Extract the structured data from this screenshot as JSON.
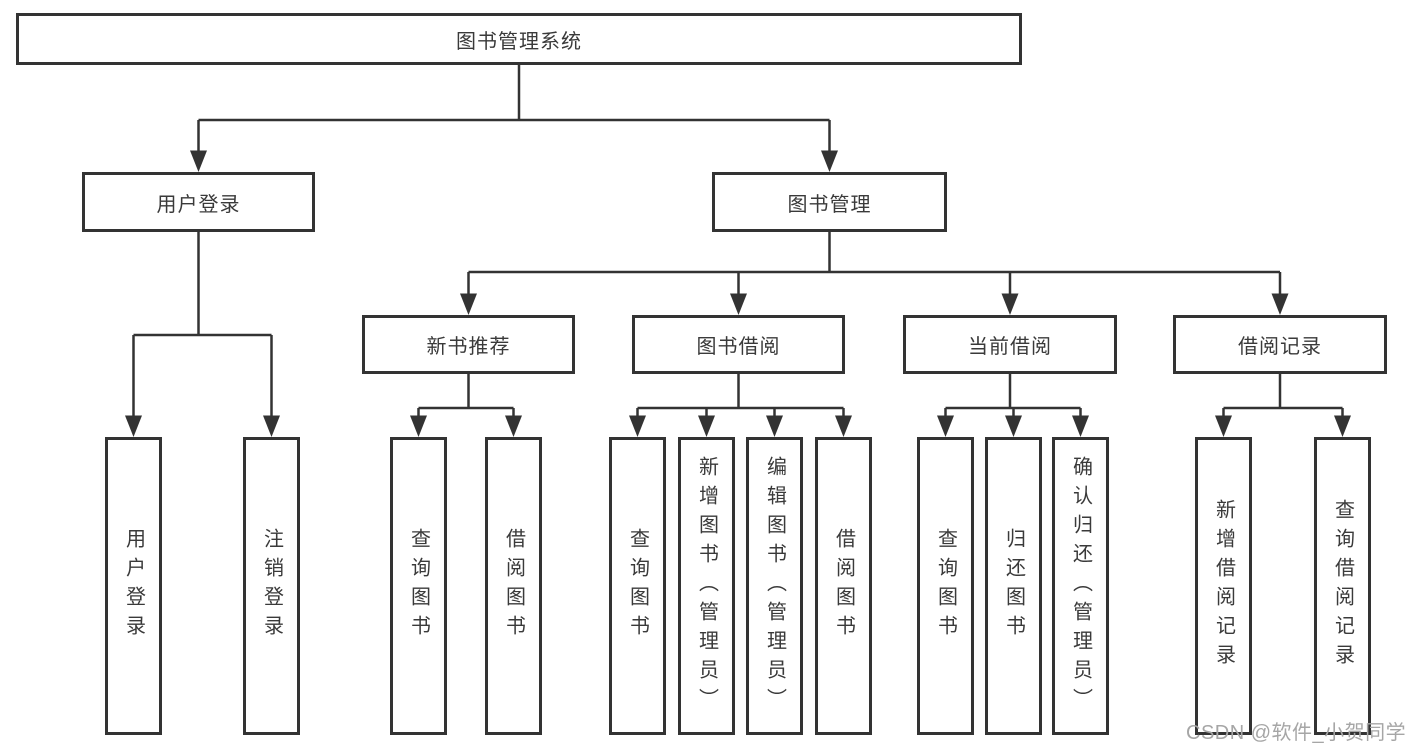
{
  "tree": {
    "root": {
      "label": "图书管理系统"
    },
    "branches": [
      {
        "label": "用户登录",
        "children": [
          {
            "label": "用户登录"
          },
          {
            "label": "注销登录"
          }
        ]
      },
      {
        "label": "图书管理",
        "children": [
          {
            "label": "新书推荐",
            "children": [
              {
                "label": "查询图书"
              },
              {
                "label": "借阅图书"
              }
            ]
          },
          {
            "label": "图书借阅",
            "children": [
              {
                "label": "查询图书"
              },
              {
                "label": "新增图书（管理员）"
              },
              {
                "label": "编辑图书（管理员）"
              },
              {
                "label": "借阅图书"
              }
            ]
          },
          {
            "label": "当前借阅",
            "children": [
              {
                "label": "查询图书"
              },
              {
                "label": "归还图书"
              },
              {
                "label": "确认归还（管理员）"
              }
            ]
          },
          {
            "label": "借阅记录",
            "children": [
              {
                "label": "新增借阅记录"
              },
              {
                "label": "查询借阅记录"
              }
            ]
          }
        ]
      }
    ]
  },
  "watermark": {
    "text": "CSDN @软件_小贺同学"
  },
  "colors": {
    "line": "#333333",
    "text": "#3a3a3a",
    "box_background": "#ffffff",
    "watermark": "#a6a6a6"
  }
}
